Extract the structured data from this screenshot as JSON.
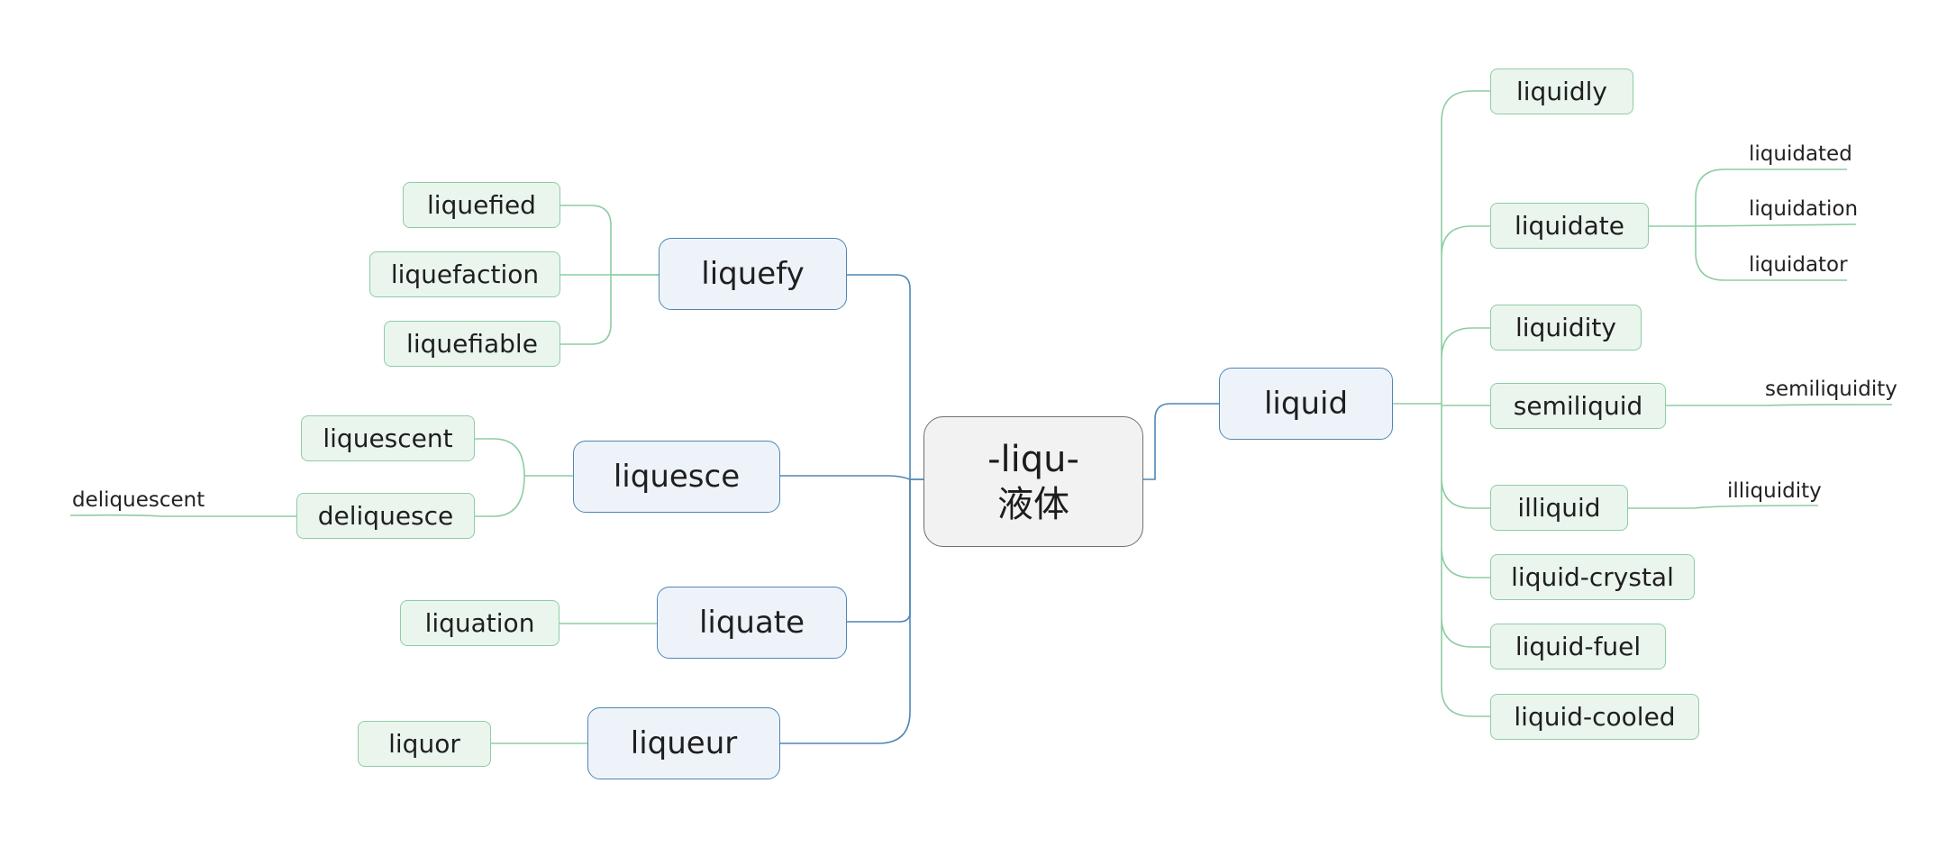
{
  "colors": {
    "blue_line": "#4f86b5",
    "green_line": "#8ecda3"
  },
  "center": {
    "line1": "-liqu-",
    "line2": "液体"
  },
  "left": {
    "liquefy": {
      "label": "liquefy",
      "children": [
        "liquefied",
        "liquefaction",
        "liquefiable"
      ]
    },
    "liquesce": {
      "label": "liquesce",
      "children": [
        "liquescent",
        "deliquesce"
      ],
      "deliquesce_child": "deliquescent"
    },
    "liquate": {
      "label": "liquate",
      "children": [
        "liquation"
      ]
    },
    "liqueur": {
      "label": "liqueur",
      "children": [
        "liquor"
      ]
    }
  },
  "right": {
    "liquid": {
      "label": "liquid",
      "children": [
        "liquidly",
        "liquidate",
        "liquidity",
        "semiliquid",
        "illiquid",
        "liquid-crystal",
        "liquid-fuel",
        "liquid-cooled"
      ],
      "liquidate_children": [
        "liquidated",
        "liquidation",
        "liquidator"
      ],
      "semiliquid_child": "semiliquidity",
      "illiquid_child": "illiquidity"
    }
  }
}
